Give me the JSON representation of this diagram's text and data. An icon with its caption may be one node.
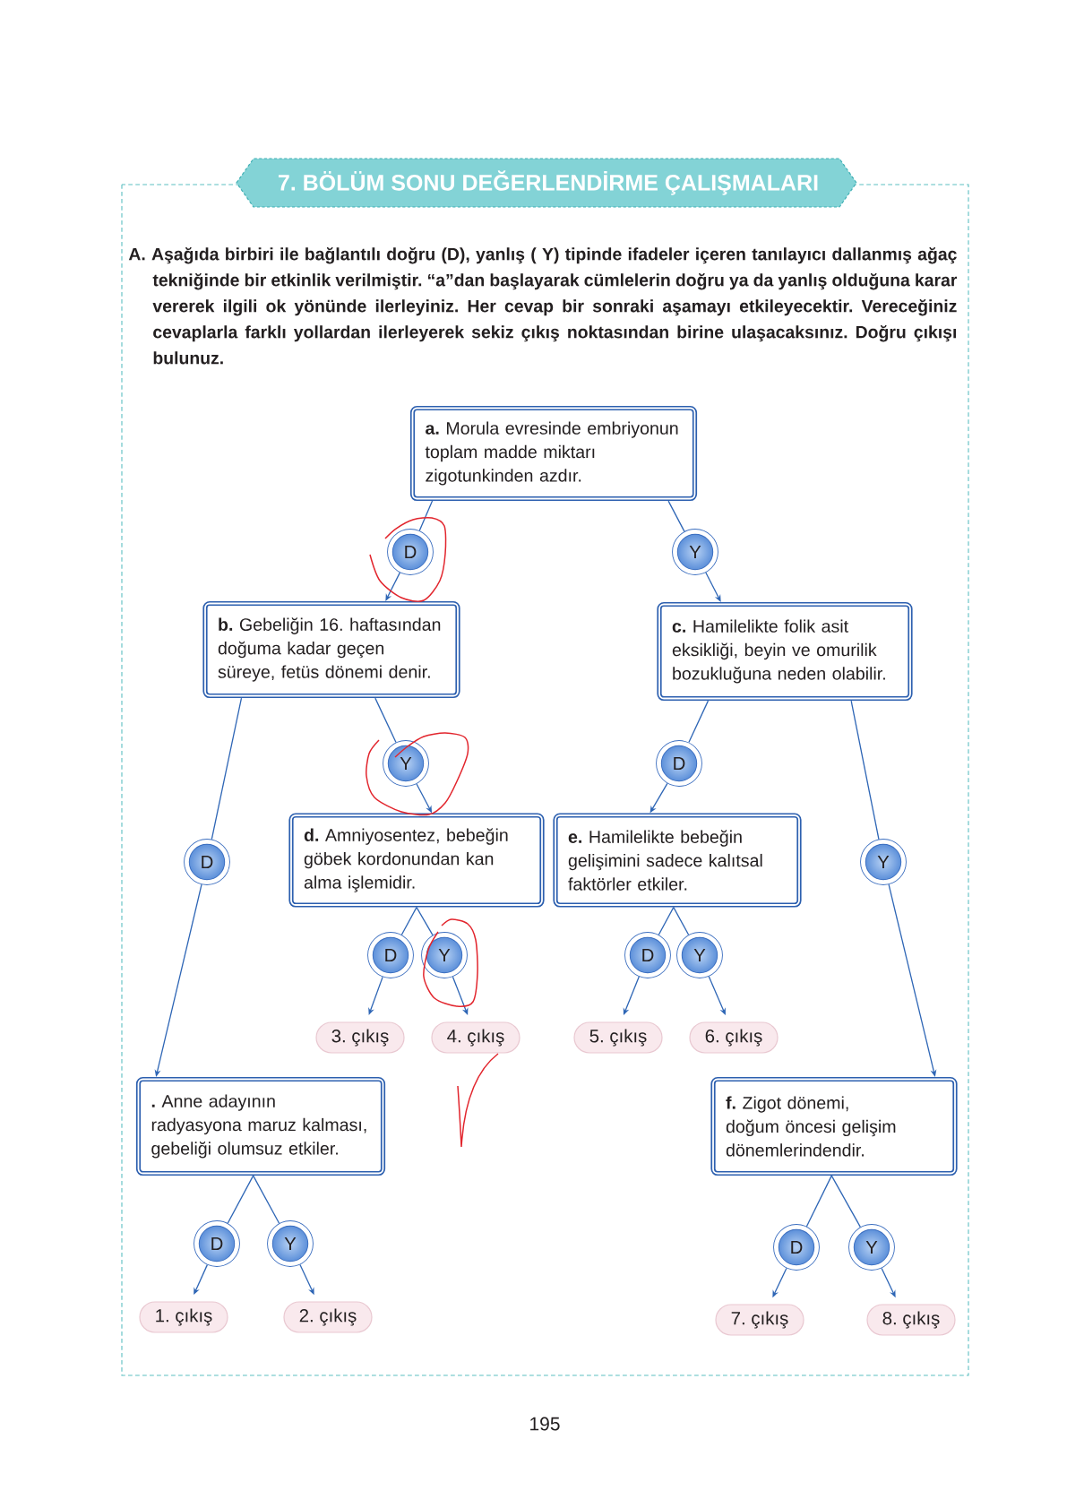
{
  "diagram": {
    "title": "7. BÖLÜM SONU DEĞERLENDİRME ÇALIŞMALARI",
    "nodes": [
      {
        "text": [
          "**a.** Morula evresinde embriyonun toplam madde miktarı zigotunkinden azdır."
        ]
      },
      {
        "text": [
          "D"
        ]
      },
      {
        "text": [
          "Y"
        ]
      },
      {
        "text": [
          "**b.** Gebeliğin 16. haftasından doğuma kadar geçen süreye, fetüs dönemi denir."
        ]
      },
      {
        "text": [
          "**c.** Hamilelikte folik asit eksikliği, beyin ve omurilik bozukluğuna neden olabilir."
        ]
      },
      {
        "text": [
          "Y"
        ]
      },
      {
        "text": [
          "D"
        ]
      },
      {
        "text": [
          "**d.** Amniyosentez, bebeğin göbek kordonundan kan alma işlemidir."
        ]
      },
      {
        "text": [
          "**e.** Hamilelikte bebeğin gelişimini sadece kalıtsal faktörler etkiler."
        ]
      },
      {
        "text": [
          "D"
        ]
      },
      {
        "text": [
          "Y"
        ]
      },
      {
        "text": [
          "D"
        ]
      },
      {
        "text": [
          "Y"
        ]
      },
      {
        "text": [
          "D"
        ]
      },
      {
        "text": [
          "Y"
        ]
      },
      {
        "text": [
          "3. çıkış"
        ]
      },
      {
        "text": [
          "4. çıkış"
        ]
      },
      {
        "text": [
          "5. çıkış"
        ]
      },
      {
        "text": [
          "6. çıkış"
        ]
      },
      {
        "text": [
          "**.** Anne adayının radyasyona maruz kalması, gebeliği olumsuz etkiler."
        ]
      },
      {
        "text": [
          "**f.** Zigot dönemi, doğum öncesi gelişim dönemlerindendir."
        ]
      },
      {
        "text": [
          "D"
        ]
      },
      {
        "text": [
          "Y"
        ]
      },
      {
        "text": [
          "D"
        ]
      },
      {
        "text": [
          "Y"
        ]
      },
      {
        "text": [
          "1. çıkış"
        ]
      },
      {
        "text": [
          "2. çıkış"
        ]
      },
      {
        "text": [
          "7. çıkış"
        ]
      },
      {
        "text": [
          "8. çıkış"
        ]
      }
    ],
    "edges": [
      {
        "from": 0,
        "to": 1,
        "arrow": "none"
      },
      {
        "from": 1,
        "to": 3,
        "arrow": "to"
      },
      {
        "from": 0,
        "to": 2,
        "arrow": "none"
      },
      {
        "from": 2,
        "to": 4,
        "arrow": "to"
      },
      {
        "from": 3,
        "to": 9,
        "arrow": "none"
      },
      {
        "from": 9,
        "to": 19,
        "arrow": "to"
      },
      {
        "from": 3,
        "to": 5,
        "arrow": "none"
      },
      {
        "from": 5,
        "to": 7,
        "arrow": "to"
      },
      {
        "from": 4,
        "to": 6,
        "arrow": "none"
      },
      {
        "from": 6,
        "to": 8,
        "arrow": "to"
      },
      {
        "from": 4,
        "to": 10,
        "arrow": "none"
      },
      {
        "from": 10,
        "to": 20,
        "arrow": "to"
      },
      {
        "from": 7,
        "to": 11,
        "arrow": "none"
      },
      {
        "from": 11,
        "to": 15,
        "arrow": "to"
      },
      {
        "from": 7,
        "to": 12,
        "arrow": "none"
      },
      {
        "from": 12,
        "to": 16,
        "arrow": "to"
      },
      {
        "from": 8,
        "to": 13,
        "arrow": "none"
      },
      {
        "from": 13,
        "to": 17,
        "arrow": "to"
      },
      {
        "from": 8,
        "to": 14,
        "arrow": "none"
      },
      {
        "from": 14,
        "to": 18,
        "arrow": "to"
      },
      {
        "from": 19,
        "to": 21,
        "arrow": "none"
      },
      {
        "from": 21,
        "to": 25,
        "arrow": "to"
      },
      {
        "from": 19,
        "to": 22,
        "arrow": "none"
      },
      {
        "from": 22,
        "to": 26,
        "arrow": "to"
      },
      {
        "from": 20,
        "to": 23,
        "arrow": "none"
      },
      {
        "from": 23,
        "to": 27,
        "arrow": "to"
      },
      {
        "from": 20,
        "to": 24,
        "arrow": "none"
      },
      {
        "from": 24,
        "to": 28,
        "arrow": "to"
      }
    ],
    "labels": [
      "A. Aşağıda birbiri ile bağlantılı doğru (D), yanlış ( Y) tipinde ifadeler içeren tanılayıcı dallanmış ağaç tekniğinde bir etkinlik verilmiştir. “a”dan başlayarak cümlelerin doğru ya da yanlış olduğuna karar vererek ilgili ok yönünde ilerleyiniz. Her cevap bir sonraki aşamayı etkileyecektir. Vereceğiniz cevaplarla farklı yollardan ilerleyerek sekiz çıkış noktasından birine ulaşacaksınız. Doğru çıkışı bulunuz.",
      "195"
    ]
  }
}
